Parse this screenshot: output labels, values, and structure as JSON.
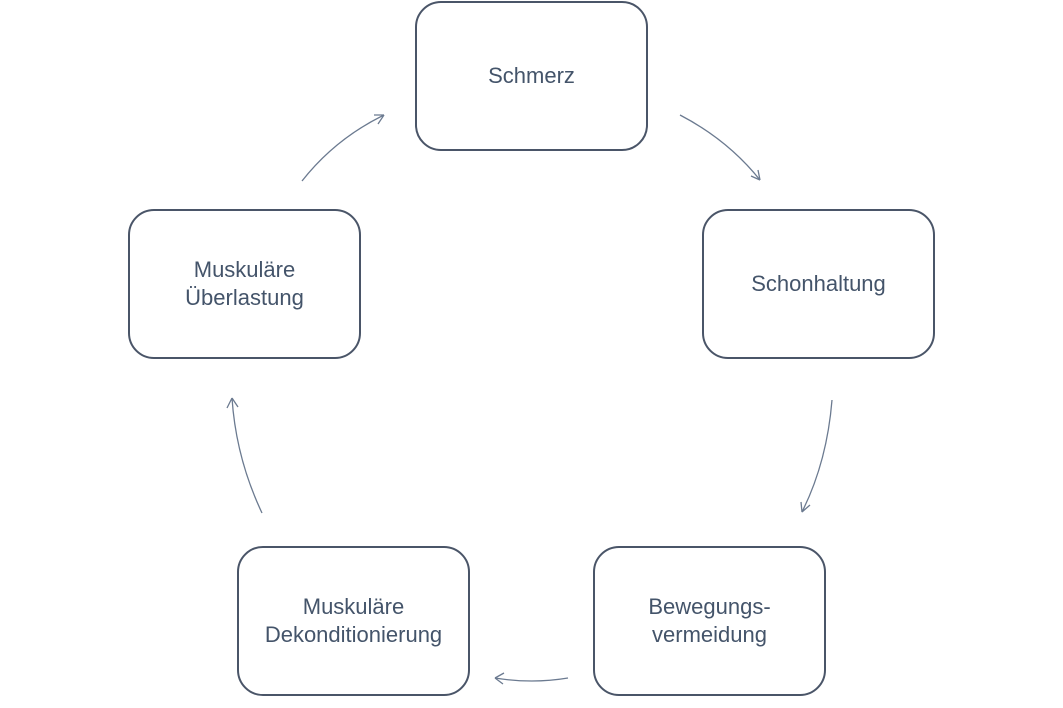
{
  "diagram": {
    "colors": {
      "box_border": "#4a5568",
      "text": "#44546a",
      "arrow": "#6b7a90",
      "background": "#ffffff"
    },
    "nodes": [
      {
        "id": "schmerz",
        "lines": [
          "Schmerz"
        ]
      },
      {
        "id": "schonhaltung",
        "lines": [
          "Schonhaltung"
        ]
      },
      {
        "id": "bewegungsvermeidung",
        "lines": [
          "Bewegungs-",
          "vermeidung"
        ]
      },
      {
        "id": "dekonditionierung",
        "lines": [
          "Muskuläre",
          "Dekonditionierung"
        ]
      },
      {
        "id": "ueberlastung",
        "lines": [
          "Muskuläre",
          "Überlastung"
        ]
      }
    ],
    "edges": [
      {
        "from": "schmerz",
        "to": "schonhaltung"
      },
      {
        "from": "schonhaltung",
        "to": "bewegungsvermeidung"
      },
      {
        "from": "bewegungsvermeidung",
        "to": "dekonditionierung"
      },
      {
        "from": "dekonditionierung",
        "to": "ueberlastung"
      },
      {
        "from": "ueberlastung",
        "to": "schmerz"
      }
    ]
  }
}
